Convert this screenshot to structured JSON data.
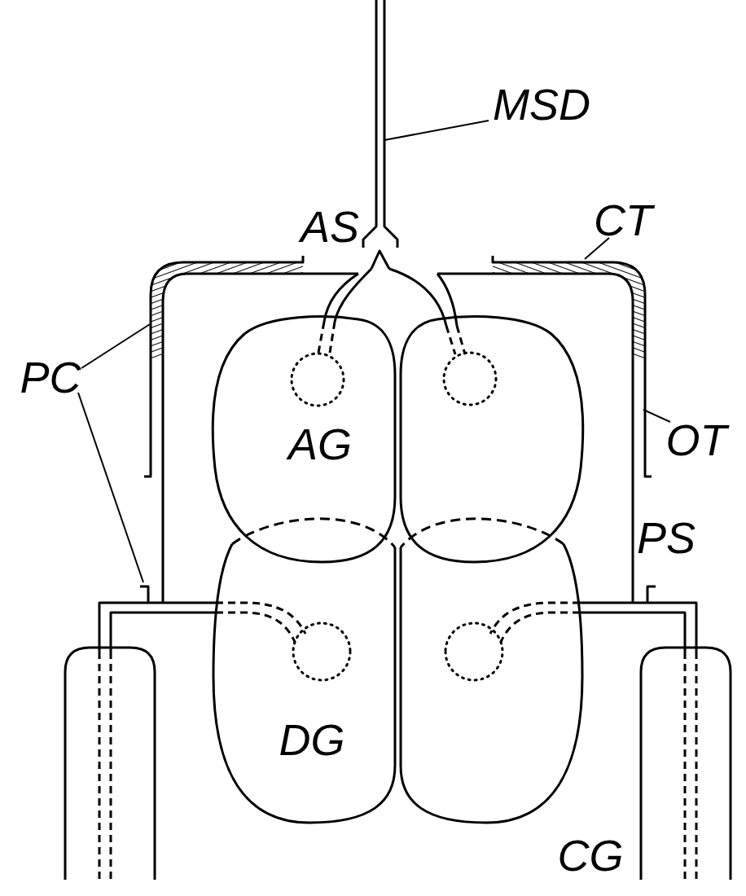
{
  "diagram": {
    "nodes": [
      {
        "text": [
          "AG"
        ]
      },
      {
        "text": [
          "DG"
        ]
      }
    ],
    "labels": [
      "MSD",
      "AS",
      "CT",
      "PC",
      "OT",
      "PS",
      "CG"
    ]
  }
}
